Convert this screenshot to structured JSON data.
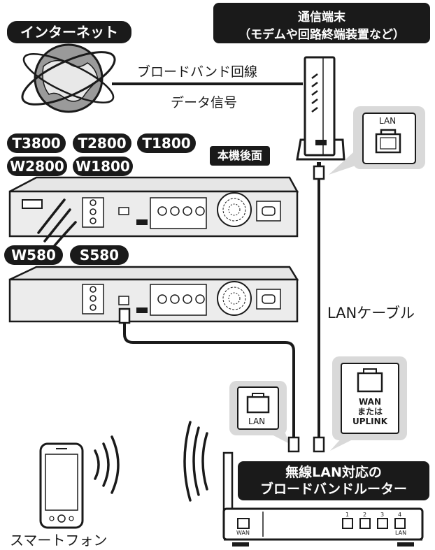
{
  "labels": {
    "internet": "インターネット",
    "terminal_line1": "通信端末",
    "terminal_line2": "（モデムや回路終端装置など）",
    "broadband_line": "ブロードバンド回線",
    "data_signal": "データ信号",
    "rear_panel": "本機後面",
    "lan_cable": "LANケーブル",
    "router_line1": "無線LAN対応の",
    "router_line2": "ブロードバンドルーター",
    "smartphone": "スマートフォン",
    "lan_top": "LAN",
    "lan_router": "LAN",
    "wan_line1": "WAN",
    "wan_line2": "または",
    "wan_line3": "UPLINK",
    "router_wan_port": "WAN",
    "router_lan_port": "LAN",
    "router_ports": [
      "1",
      "2",
      "3",
      "4"
    ]
  },
  "models": {
    "row1": [
      "T3800",
      "T2800",
      "T1800"
    ],
    "row2": [
      "W2800",
      "W1800"
    ],
    "row3": [
      "W580",
      "S580"
    ]
  },
  "colors": {
    "ink": "#1a1a1a",
    "bubble_fill": "#d9d9d9",
    "white": "#ffffff"
  }
}
